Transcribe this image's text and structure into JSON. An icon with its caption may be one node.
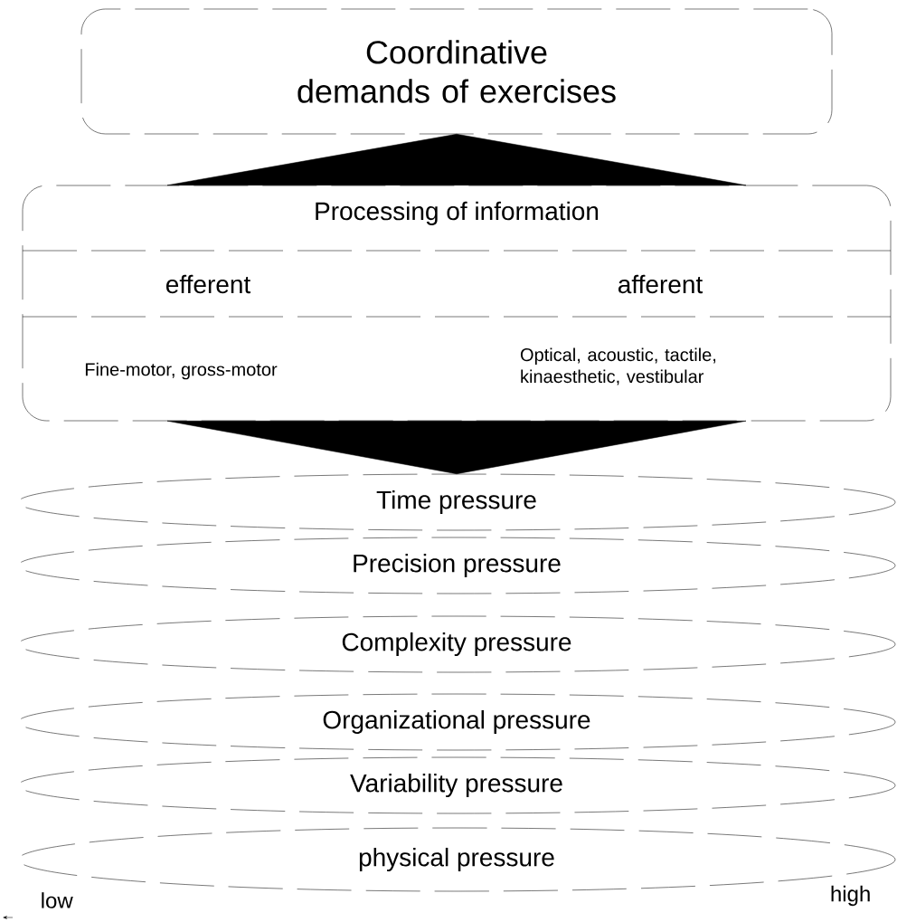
{
  "diagram": {
    "nodes": [
      {
        "text": [
          "Coordinative demands of exercises"
        ]
      },
      {
        "text": [
          "Processing of information"
        ]
      },
      {
        "text": [
          "efferent"
        ],
        "in": 1
      },
      {
        "text": [
          "afferent"
        ],
        "in": 1
      },
      {
        "text": [
          "Fine-motor, gross-motor"
        ],
        "in": 1
      },
      {
        "text": [
          "Optical, acoustic, tactile, kinaesthetic, vestibular"
        ],
        "in": 1
      },
      {
        "text": [
          "Time pressure"
        ]
      },
      {
        "text": [
          "Precision pressure"
        ]
      },
      {
        "text": [
          "Complexity pressure"
        ]
      },
      {
        "text": [
          "Organizational pressure"
        ]
      },
      {
        "text": [
          "Variability pressure"
        ]
      },
      {
        "text": [
          "physical pressure"
        ]
      }
    ],
    "edges": [
      {
        "from": 1,
        "to": 0,
        "arrow": "to"
      },
      {
        "from": 1,
        "to": 6,
        "arrow": "to"
      }
    ],
    "labels": [
      "low",
      "high"
    ]
  }
}
